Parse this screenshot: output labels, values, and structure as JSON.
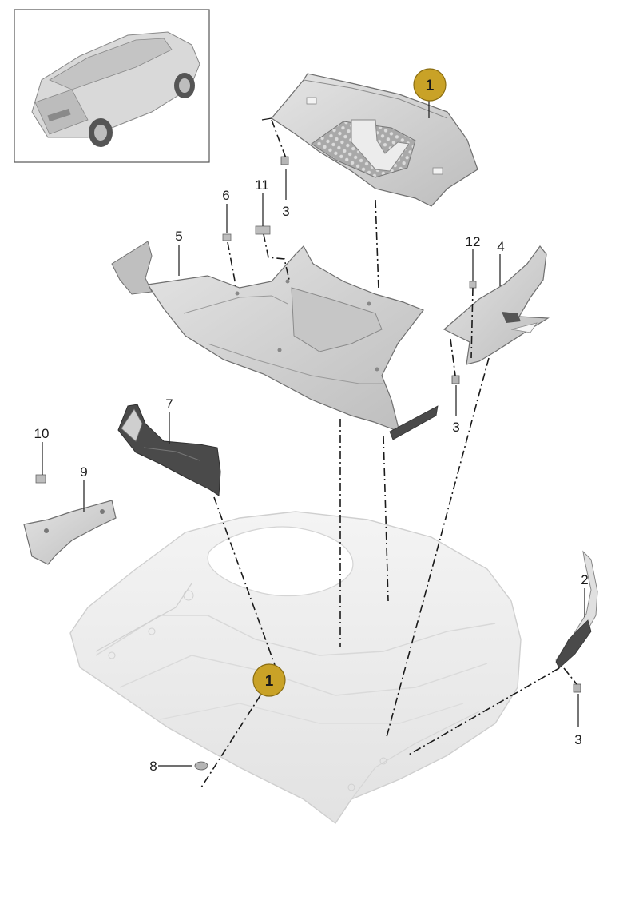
{
  "diagram": {
    "callouts": {
      "badge_top": "1",
      "badge_mid": "1",
      "p2": "2",
      "p3_top": "3",
      "p3_right": "3",
      "p3_bottom": "3",
      "p4": "4",
      "p5": "5",
      "p6": "6",
      "p7": "7",
      "p8": "8",
      "p9": "9",
      "p10": "10",
      "p11": "11",
      "p12": "12"
    },
    "colors": {
      "badge": "#c9a227",
      "part_fill": "#cfcfcf",
      "part_dark": "#4a4a4a",
      "hood_fill": "#efefef"
    }
  }
}
